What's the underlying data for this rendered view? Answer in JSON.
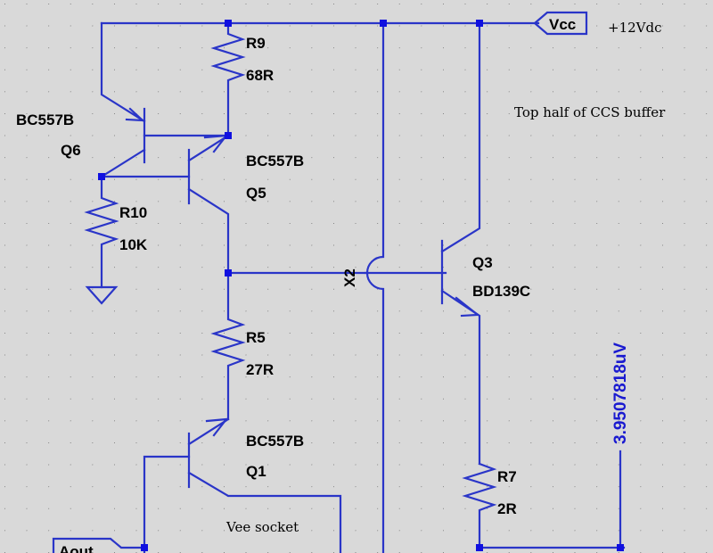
{
  "power": {
    "vcc_flag": "Vcc",
    "supply_note": "+12Vdc"
  },
  "notes": {
    "title": "Top half of CCS buffer",
    "socket": "Vee socket"
  },
  "probe_value": "3.9507818uV",
  "output_flag": "Aout",
  "components": {
    "R9": {
      "ref": "R9",
      "value": "68R"
    },
    "R10": {
      "ref": "R10",
      "value": "10K"
    },
    "R5": {
      "ref": "R5",
      "value": "27R"
    },
    "R7": {
      "ref": "R7",
      "value": "2R"
    },
    "Q6": {
      "ref": "Q6",
      "model": "BC557B"
    },
    "Q5": {
      "ref": "Q5",
      "model": "BC557B"
    },
    "Q1": {
      "ref": "Q1",
      "model": "BC557B"
    },
    "Q3": {
      "ref": "Q3",
      "model": "BD139C"
    },
    "X2": {
      "ref": "X2"
    }
  },
  "colors": {
    "wire": "#2a35c8",
    "junction": "#1010e0",
    "probe_text": "#1a1ad0",
    "background": "#d9d9d9"
  }
}
